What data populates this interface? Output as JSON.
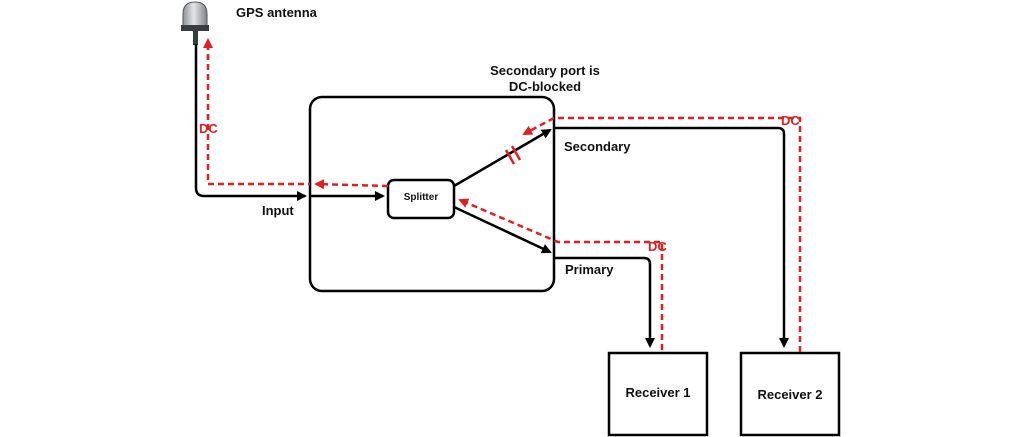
{
  "labels": {
    "gps_antenna": "GPS antenna",
    "dc_blocked_line1": "Secondary port is",
    "dc_blocked_line2": "DC-blocked",
    "input": "Input",
    "splitter": "Splitter",
    "secondary": "Secondary",
    "primary": "Primary",
    "receiver_1": "Receiver 1",
    "receiver_2": "Receiver 2",
    "dc_antenna": "DC",
    "dc_secondary": "DC",
    "dc_primary": "DC"
  },
  "colors": {
    "signal_line": "#000000",
    "dc_line": "#e02020",
    "antenna_body": "#b8bcc0"
  },
  "icons": {
    "antenna": "gps-antenna-icon",
    "dc_block": "capacitor-icon"
  }
}
